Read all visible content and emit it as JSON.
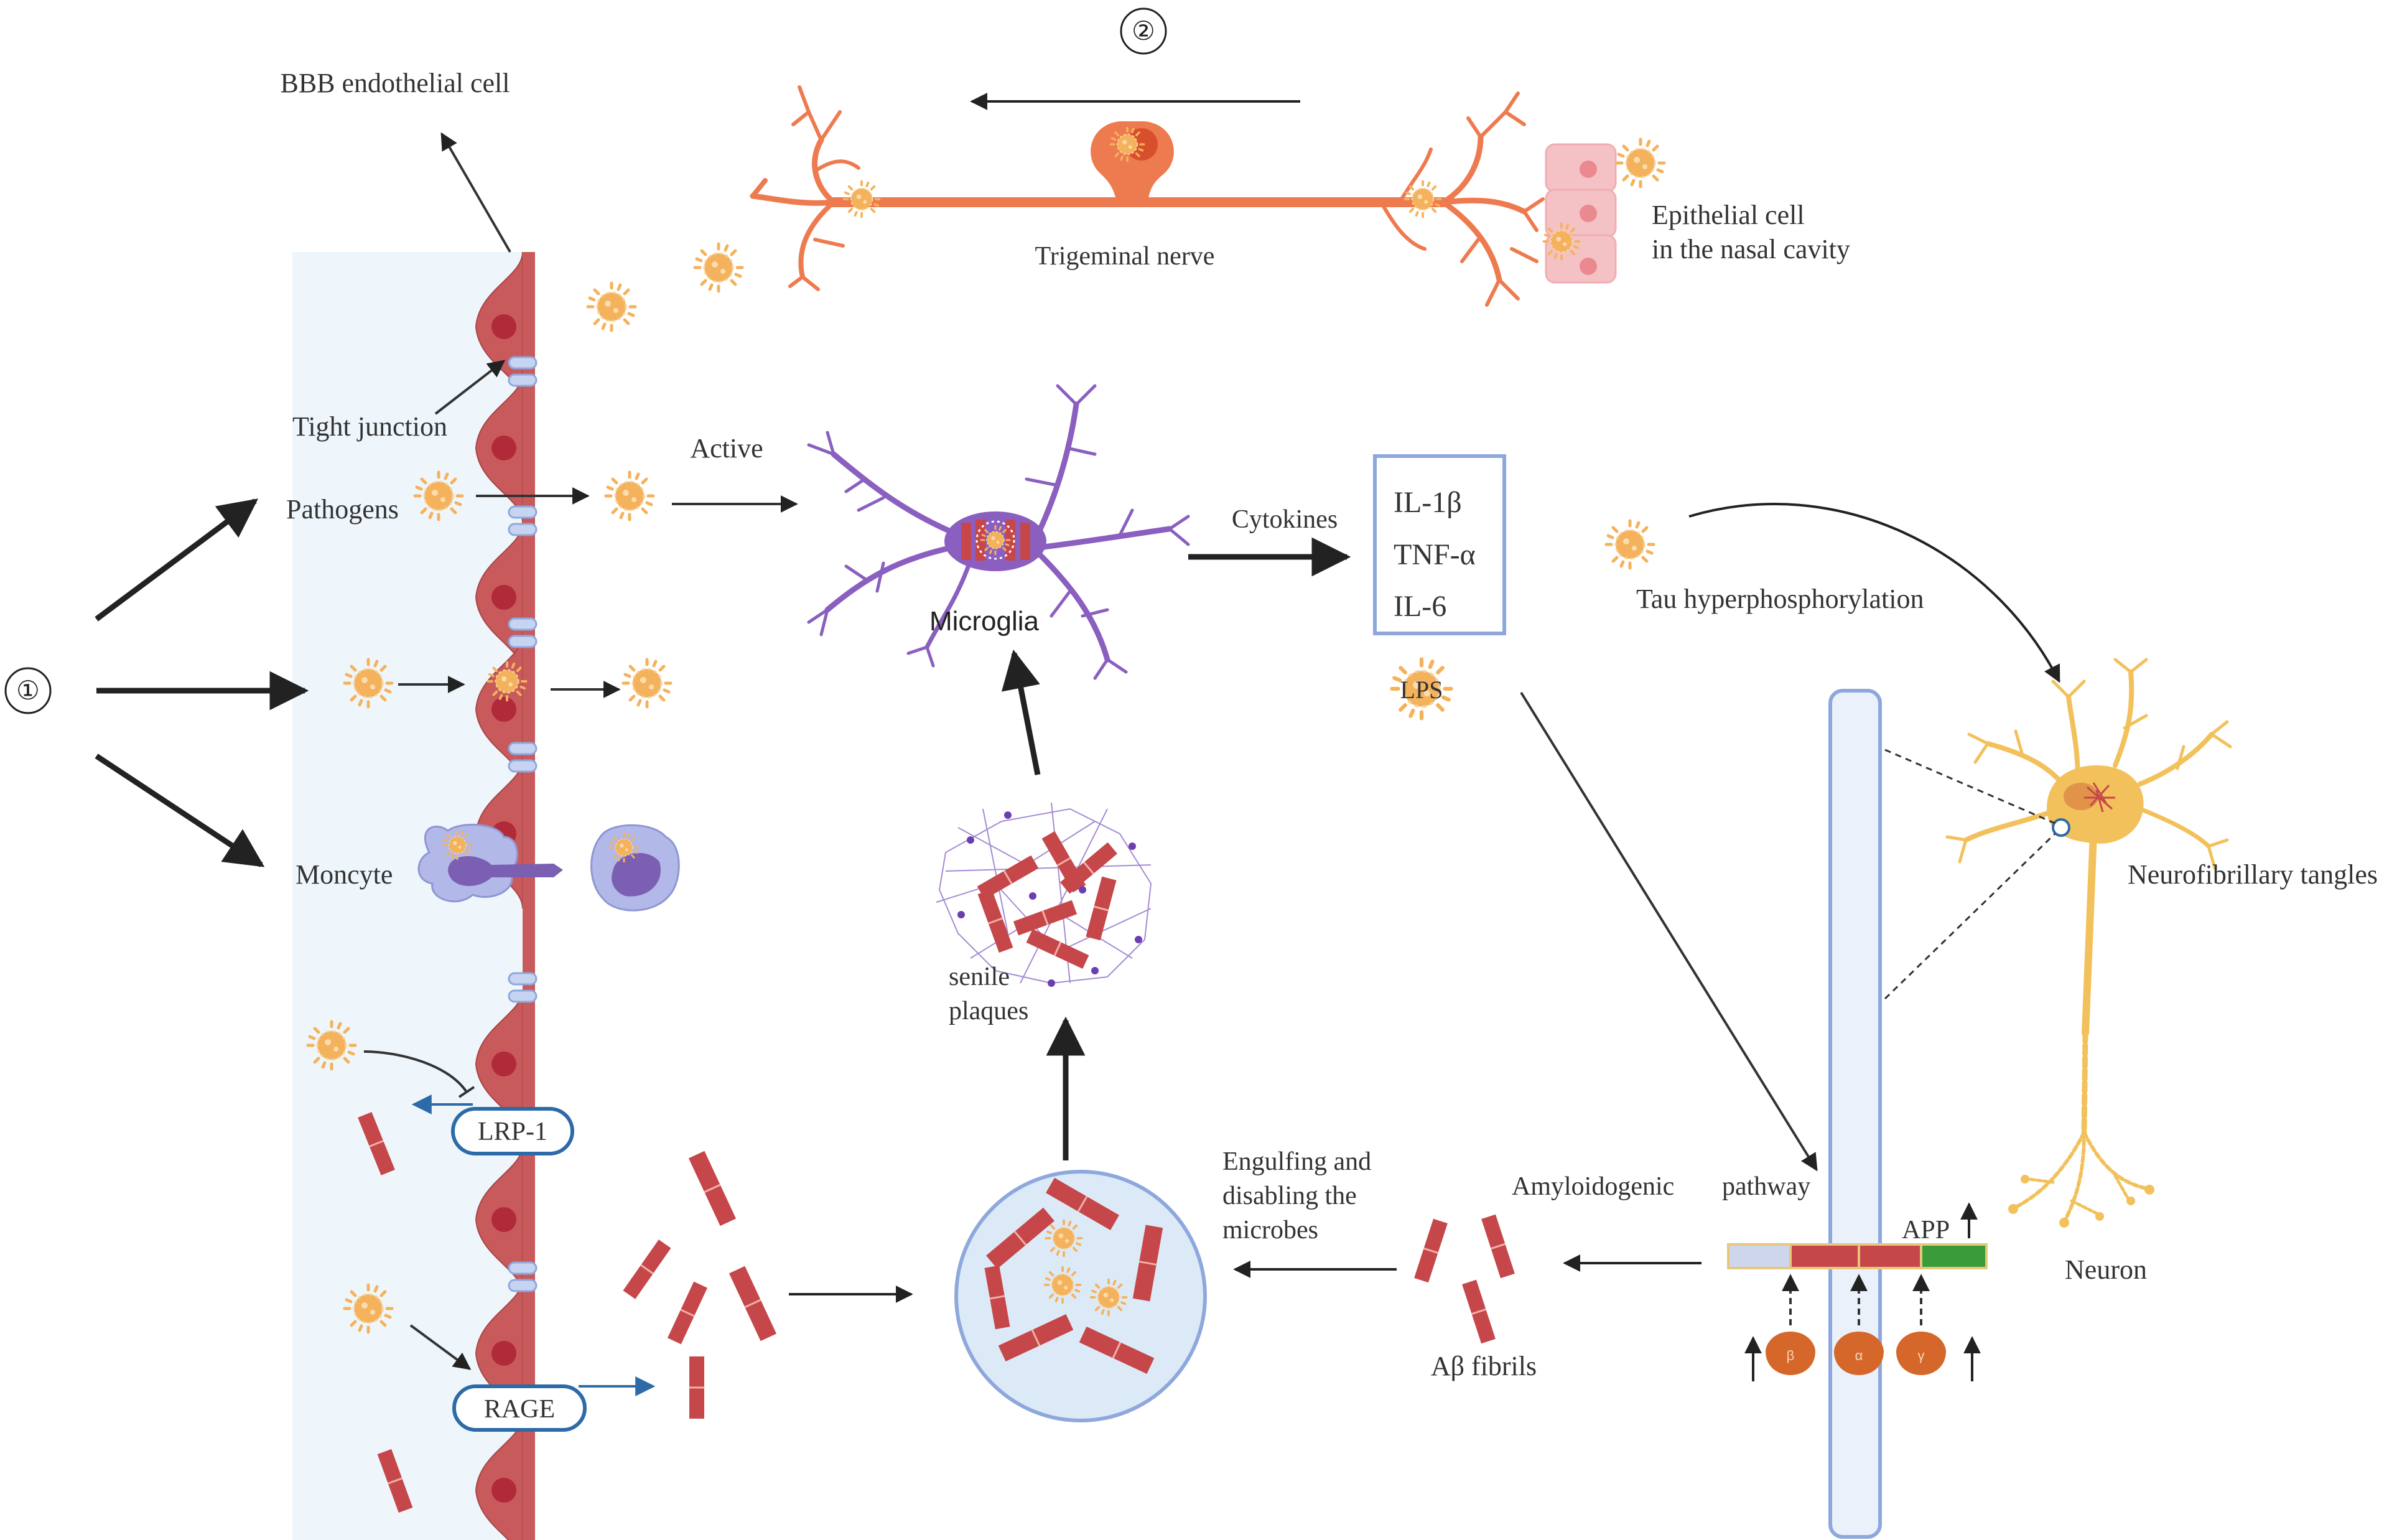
{
  "labels": {
    "marker_1": "①",
    "marker_2": "②",
    "bbb_endothelial_cell": "BBB endothelial cell",
    "tight_junction": "Tight junction",
    "pathogens": "Pathogens",
    "moncyte": "Moncyte",
    "lrp1": "LRP-1",
    "rage": "RAGE",
    "active": "Active",
    "microglia": "Microglia",
    "cytokines": "Cytokines",
    "trigeminal_nerve": "Trigeminal nerve",
    "epithelial_line1": "Epithelial cell",
    "epithelial_line2": "in the nasal cavity",
    "lps": "LPS",
    "tau": "Tau hyperphosphorylation",
    "nft": "Neurofibrillary tangles",
    "neuron": "Neuron",
    "senile_line1": "senile",
    "senile_line2": "plaques",
    "engulf_line1": "Engulfing and",
    "engulf_line2": "disabling the",
    "engulf_line3": "microbes",
    "amyloidogenic": "Amyloidogenic",
    "pathway": "pathway",
    "app": "APP",
    "abeta_fibrils": "Aβ fibrils",
    "beta": "β",
    "alpha": "α",
    "gamma": "γ"
  },
  "cytokine_list": [
    "IL-1β",
    "TNF-α",
    "IL-6"
  ],
  "colors": {
    "pathogen": "#f5b25c",
    "endothelium": "#c95a5c",
    "nucleus": "#b02a3a",
    "tight_junction": "#b6c6e8",
    "nerve": "#ee7a4f",
    "microglia": "#8a5fc0",
    "neuron": "#f2c15b",
    "box_border": "#8ea8dd",
    "panel_bg": "#eef6fc",
    "fibril": "#c6474a",
    "app_green": "#3a9b3a",
    "secretase": "#d6672a"
  }
}
